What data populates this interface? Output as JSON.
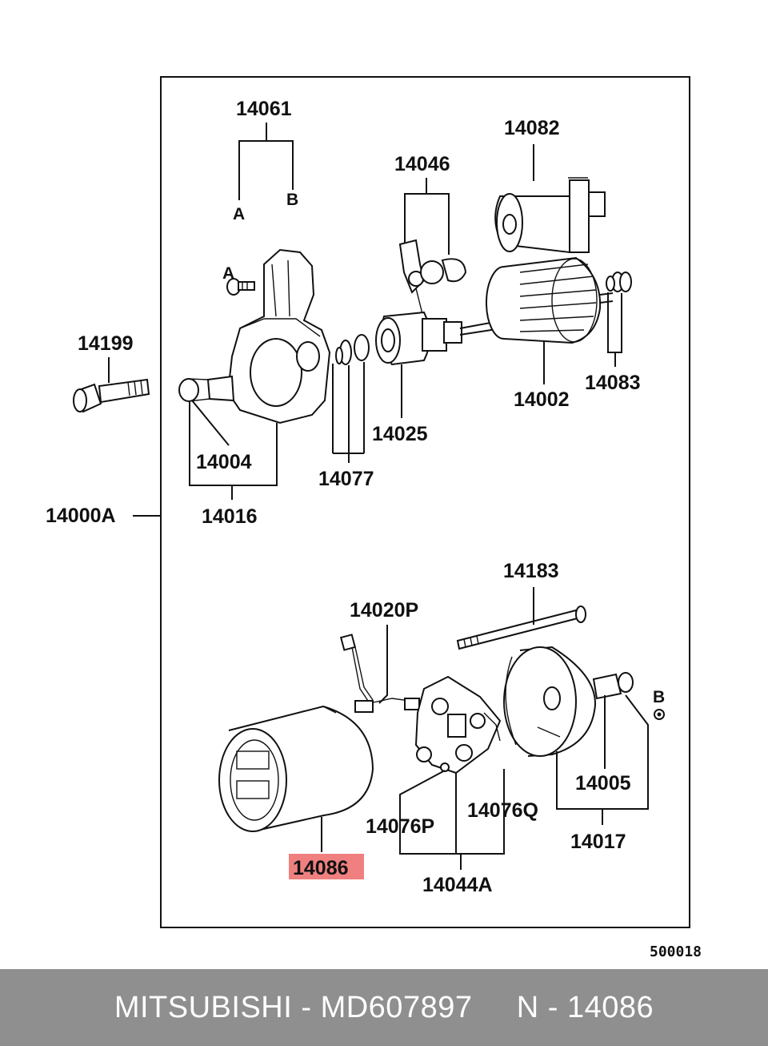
{
  "labels": {
    "p14061": "14061",
    "p14061_a": "A",
    "p14061_b": "B",
    "p14082": "14082",
    "p14046": "14046",
    "screw_a": "A",
    "p14199": "14199",
    "p14083": "14083",
    "p14002": "14002",
    "p14025": "14025",
    "p14004": "14004",
    "p14077": "14077",
    "p14016": "14016",
    "p14000A": "14000A",
    "p14183": "14183",
    "p14020P": "14020P",
    "nut_b": "B",
    "p14005": "14005",
    "p14076Q": "14076Q",
    "p14076P": "14076P",
    "p14017": "14017",
    "p14086": "14086",
    "p14044A": "14044A",
    "ref_code": "500018"
  },
  "highlight": {
    "part": "14086",
    "color": "#f08080"
  },
  "footer": {
    "brand": "MITSUBISHI",
    "part_number": "MD607897",
    "ref": "N - 14086",
    "text": "MITSUBISHI - MD607897     N - 14086"
  }
}
